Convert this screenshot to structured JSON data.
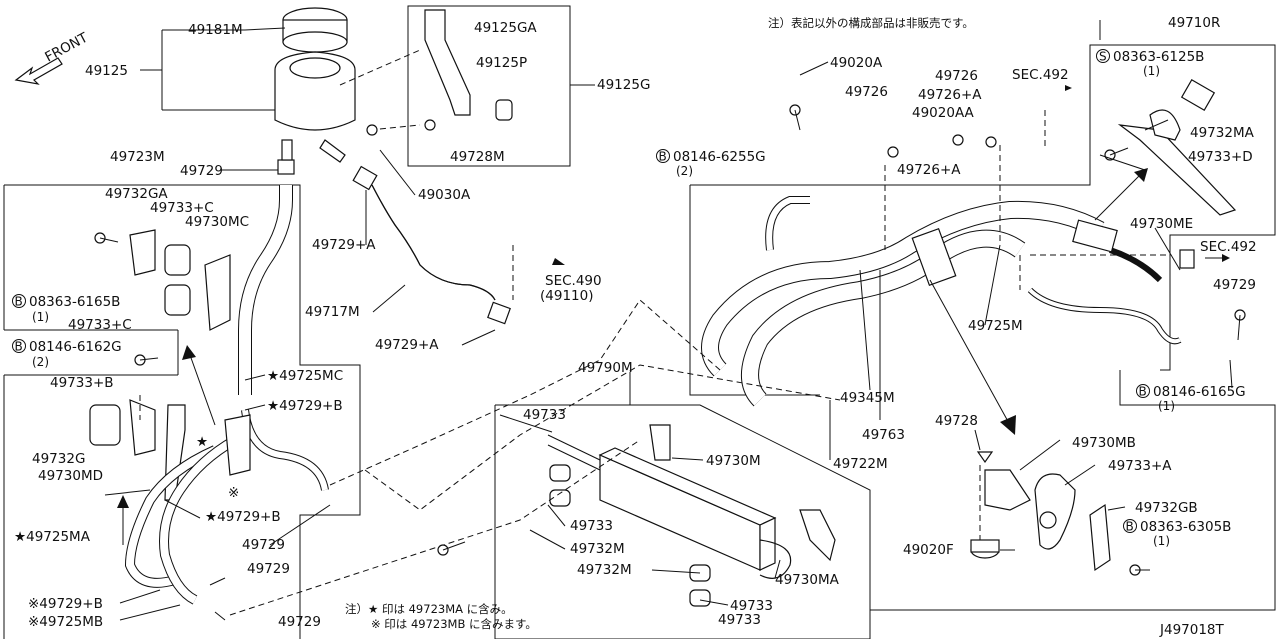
{
  "diagram": {
    "front": "FRONT",
    "drawing_number": "J497018T",
    "note_top": "注）表記以外の構成部品は非販売です。",
    "note_bottom_1": "注）★ 印は 49723MA に含み。",
    "note_bottom_2": "※ 印は 49723MB に含みます。",
    "labels": {
      "l49181M": "49181M",
      "l49125": "49125",
      "l49125GA": "49125GA",
      "l49125P": "49125P",
      "l49125G": "49125G",
      "l49728M": "49728M",
      "l49030A": "49030A",
      "l49723M": "49723M",
      "l49729a": "49729",
      "l49732GA": "49732GA",
      "l49733C1": "49733+C",
      "l49730MC": "49730MC",
      "l08363_6165B": "08363-6165B",
      "l08363_6165B_q": "(1)",
      "l49733C2": "49733+C",
      "l08146_6162G": "08146-6162G",
      "l08146_6162G_q": "(2)",
      "l49729A1": "49729+A",
      "l49717M": "49717M",
      "lSEC490": "SEC.490",
      "lSEC490b": "(49110)",
      "l49729A2": "49729+A",
      "l49725MC": "★49725MC",
      "l49729B1": "★49729+B",
      "l49733B": "49733+B",
      "l49732G": "49732G",
      "l49730MD": "49730MD",
      "lstar": "★",
      "lkome": "※",
      "l49729B2": "★49729+B",
      "l49725MA": "★49725MA",
      "l49729b": "49729",
      "l49729c": "49729",
      "l49729B3": "※49729+B",
      "l49725MB": "※49725MB",
      "l49729d": "49729",
      "l49790M": "49790M",
      "l49733a": "49733",
      "l49730M": "49730M",
      "l49733b": "49733",
      "l49732M1": "49732M",
      "l49732M2": "49732M",
      "l49730MA": "49730MA",
      "l49733c": "49733",
      "l49733d": "49733",
      "l49020A": "49020A",
      "l49726a": "49726",
      "l49726b": "49726",
      "l49726A1": "49726+A",
      "l49020AA": "49020AA",
      "lSEC492a": "SEC.492",
      "l08146_6255G": "08146-6255G",
      "l08146_6255G_q": "(2)",
      "l49726A2": "49726+A",
      "l49710R": "49710R",
      "l08363_6125B": "08363-6125B",
      "l08363_6125B_q": "(1)",
      "l49732MA": "49732MA",
      "l49733D": "49733+D",
      "l49730ME": "49730ME",
      "lSEC492b": "SEC.492",
      "l49729e": "49729",
      "l49725M": "49725M",
      "l49345M": "49345M",
      "l49763": "49763",
      "l49722M": "49722M",
      "l08146_6165G": "08146-6165G",
      "l08146_6165G_q": "(1)",
      "l49728": "49728",
      "l49730MB": "49730MB",
      "l49733A": "49733+A",
      "l49732GB": "49732GB",
      "l08363_6305B": "08363-6305B",
      "l08363_6305B_q": "(1)",
      "l49020F": "49020F",
      "circB": "B",
      "circS": "S"
    }
  }
}
